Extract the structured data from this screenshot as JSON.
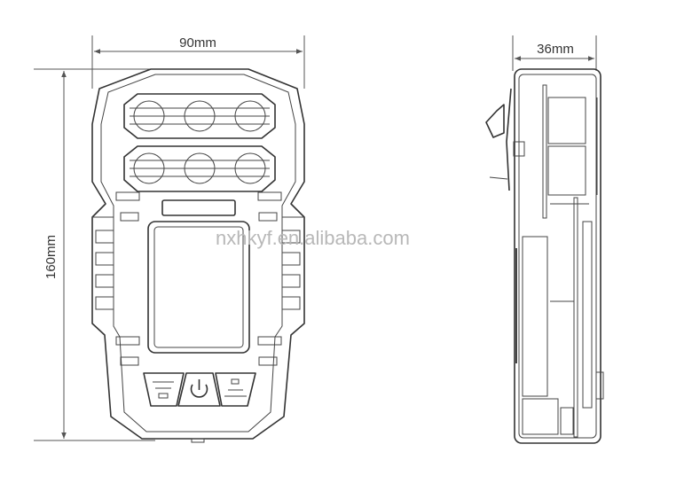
{
  "dimensions": {
    "width_label": "90mm",
    "height_label": "160mm",
    "depth_label": "36mm"
  },
  "watermark": "nxhkyf.en.alibaba.com",
  "colors": {
    "line": "#333333",
    "watermark": "#b8b8b8"
  }
}
